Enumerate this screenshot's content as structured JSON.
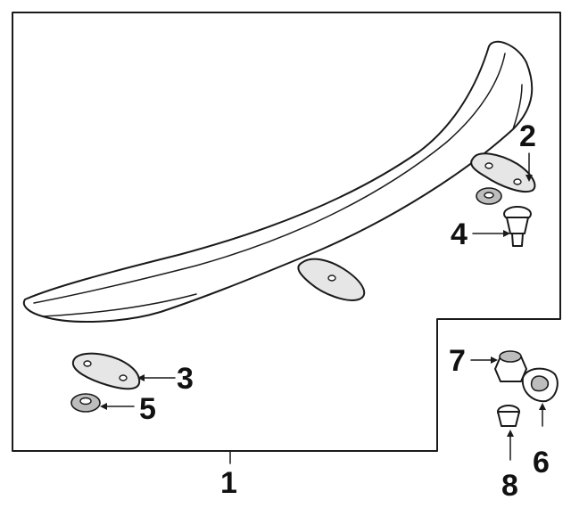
{
  "callouts": [
    {
      "id": "1",
      "label": "1",
      "part": "spoiler-assembly"
    },
    {
      "id": "2",
      "label": "2",
      "part": "spoiler-pad-right"
    },
    {
      "id": "3",
      "label": "3",
      "part": "spoiler-pad-left"
    },
    {
      "id": "4",
      "label": "4",
      "part": "mounting-stud"
    },
    {
      "id": "5",
      "label": "5",
      "part": "grommet-left"
    },
    {
      "id": "6",
      "label": "6",
      "part": "grommet-seal"
    },
    {
      "id": "7",
      "label": "7",
      "part": "nut"
    },
    {
      "id": "8",
      "label": "8",
      "part": "clip"
    }
  ]
}
